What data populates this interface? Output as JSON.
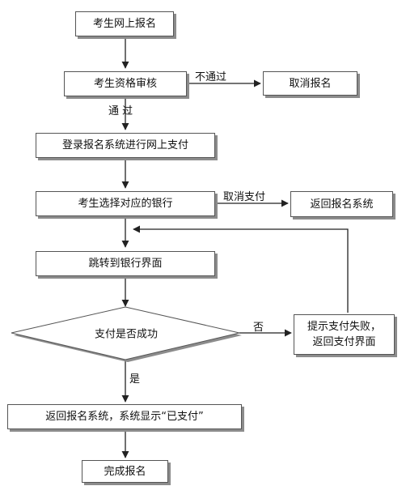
{
  "nodes": {
    "apply_online": "考生网上报名",
    "review": "考生资格审核",
    "cancel_registration": "取消报名",
    "login_pay": "登录报名系统进行网上支付",
    "choose_bank": "考生选择对应的银行",
    "back_to_system": "返回报名系统",
    "jump_to_bank": "跳转到银行界面",
    "payment_success_decision": "支付是否成功",
    "payment_failed_line1": "提示支付失败，",
    "payment_failed_line2": "返回支付界面",
    "show_paid": "返回报名系统，系统显示“已支付”",
    "complete": "完成报名"
  },
  "edges": {
    "not_pass": "不通过",
    "pass": "通 过",
    "cancel_payment": "取消支付",
    "no": "否",
    "yes": "是"
  },
  "colors": {
    "line": "#222222",
    "border": "#555555",
    "shadow": "#8c8c8c"
  }
}
